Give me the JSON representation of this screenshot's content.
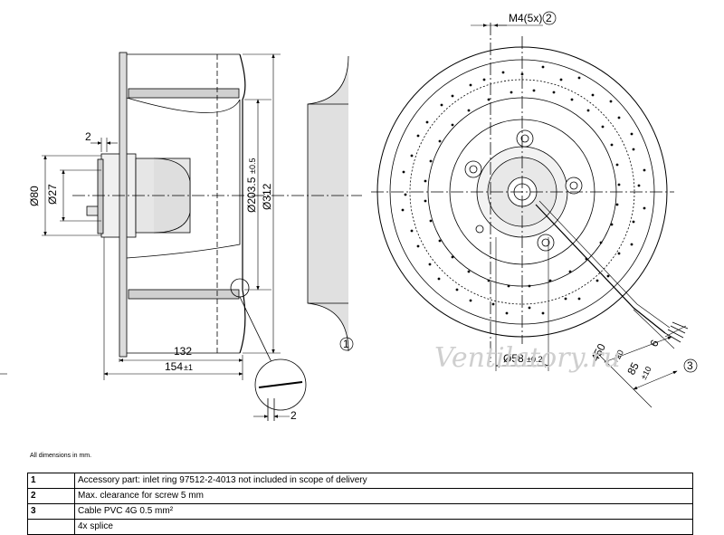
{
  "dimensions": {
    "side_top": "2",
    "dia_80": "Ø80",
    "dia_27": "Ø27",
    "dia_203_main": "Ø203.5",
    "dia_203_tol": "±0.5",
    "dia_312": "Ø312",
    "len_132": "132",
    "len_154_main": "154",
    "len_154_tol": "±1",
    "detail_2": "2",
    "screw_label": "M4(5x)",
    "hub_dia_main": "Ø58",
    "hub_dia_tol": "±0.2",
    "cable_450_main": "450",
    "cable_450_tol": "+20",
    "cable_85_main": "85",
    "cable_85_tol": "±10",
    "cable_6": "6"
  },
  "callouts": {
    "c1": "1",
    "c2": "2",
    "c3": "3"
  },
  "watermark": "Ventilatory.ru",
  "note": "All dimensions in mm.",
  "legend": [
    {
      "num": "1",
      "text": "Accessory part: inlet ring 97512-2-4013 not included in scope of delivery"
    },
    {
      "num": "2",
      "text": "Max. clearance for screw 5 mm"
    },
    {
      "num": "3",
      "text": "Cable PVC 4G 0.5 mm²"
    },
    {
      "num": "",
      "text": "4x splice"
    }
  ]
}
